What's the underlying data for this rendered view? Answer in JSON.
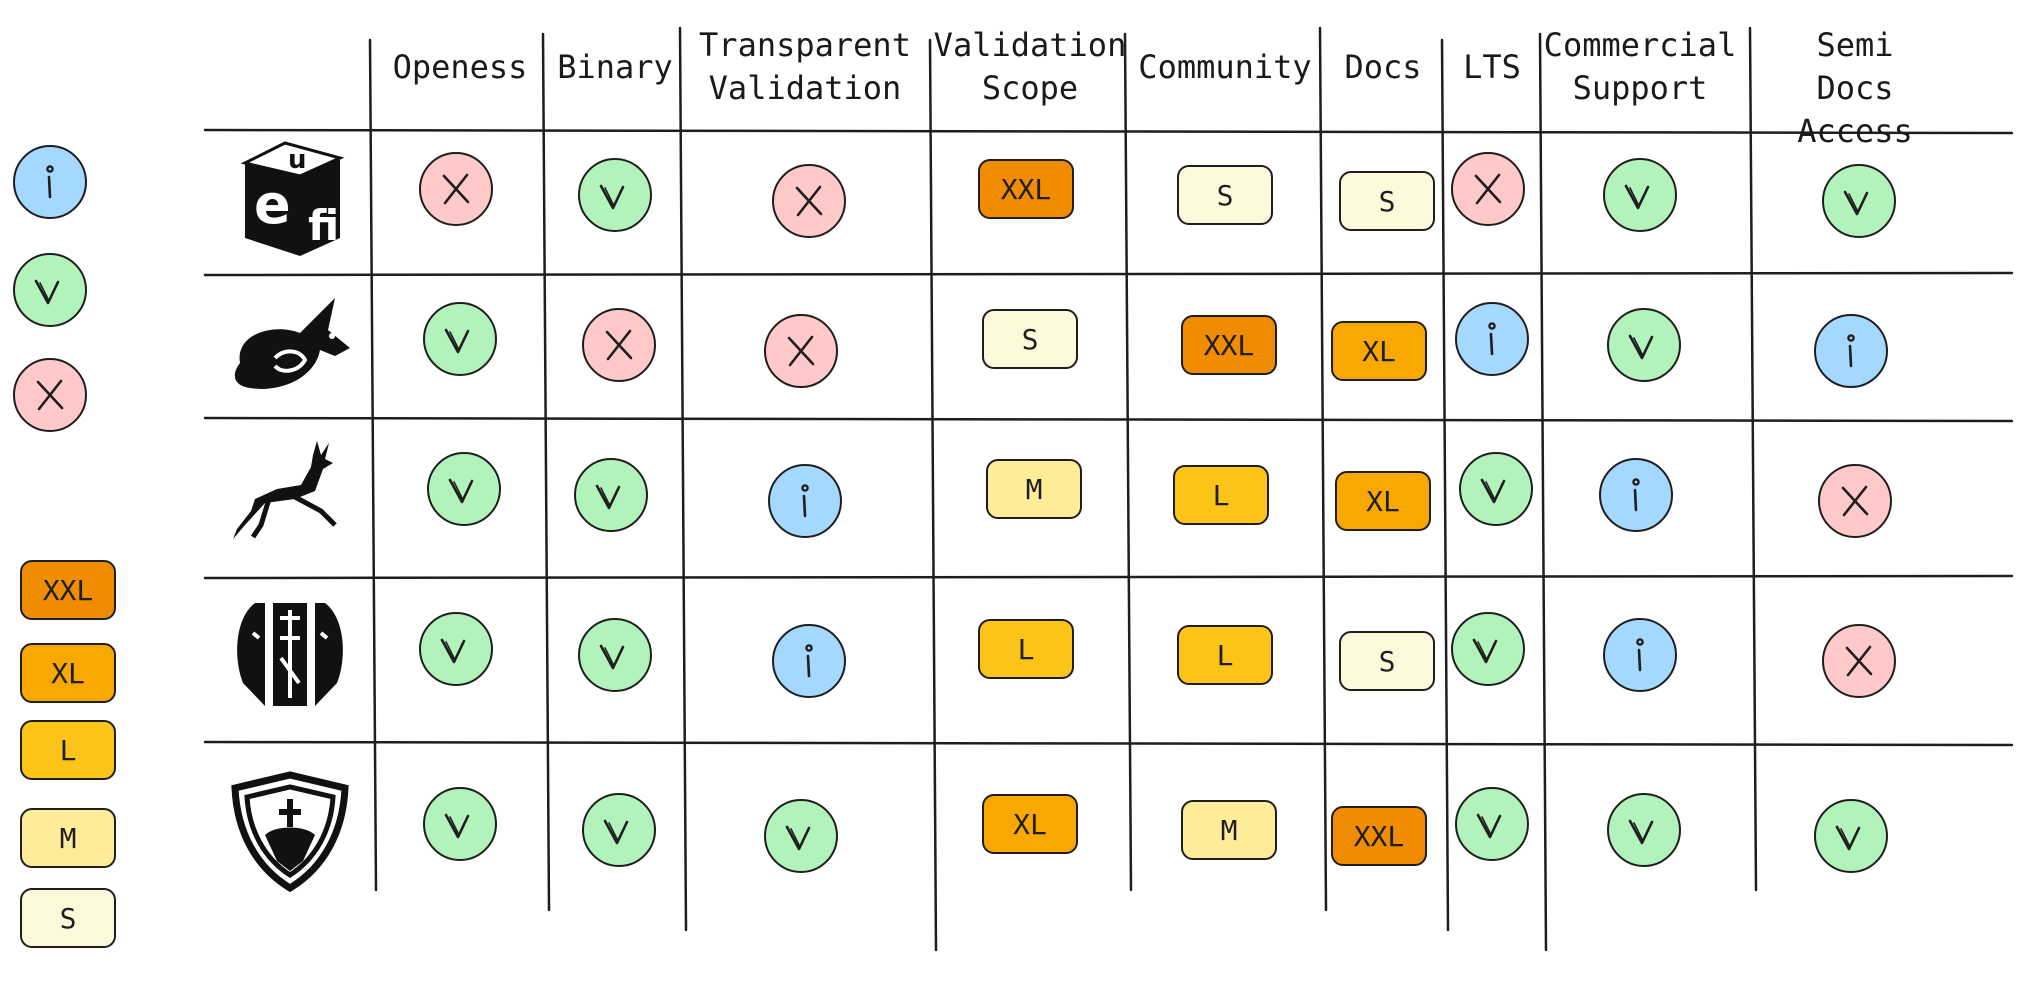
{
  "columns": [
    "Openess",
    "Binary",
    "Transparent\nValidation",
    "Validation\nScope",
    "Community",
    "Docs",
    "LTS",
    "Commercial\nSupport",
    "Semi Docs\nAccess"
  ],
  "legend": {
    "status": [
      "info",
      "yes",
      "no"
    ],
    "sizes": [
      "XXL",
      "XL",
      "L",
      "M",
      "S"
    ]
  },
  "rows": [
    {
      "logo": "uefi-cube-logo",
      "cells": [
        "no",
        "yes",
        "no",
        "XXL",
        "S",
        "S",
        "no",
        "yes",
        "yes"
      ]
    },
    {
      "logo": "rabbit-logo",
      "cells": [
        "yes",
        "no",
        "no",
        "S",
        "XXL",
        "XL",
        "info",
        "yes",
        "info"
      ]
    },
    {
      "logo": "deer-logo",
      "cells": [
        "yes",
        "yes",
        "info",
        "M",
        "L",
        "XL",
        "yes",
        "info",
        "no"
      ]
    },
    {
      "logo": "faces-emblem-logo",
      "cells": [
        "yes",
        "yes",
        "info",
        "L",
        "L",
        "S",
        "yes",
        "info",
        "no"
      ]
    },
    {
      "logo": "shield-cross-logo",
      "cells": [
        "yes",
        "yes",
        "yes",
        "XL",
        "M",
        "XXL",
        "yes",
        "yes",
        "yes"
      ]
    }
  ],
  "colors": {
    "info": "#a5d8ff",
    "yes": "#b2f2bb",
    "no": "#ffc9c9",
    "XXL": "#f08c00",
    "XL": "#f8a800",
    "L": "#fcc419",
    "M": "#ffec99",
    "S": "#fff9db"
  }
}
